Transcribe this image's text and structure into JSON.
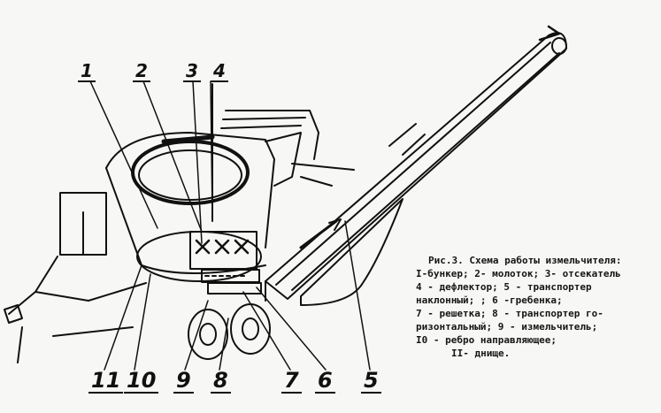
{
  "callouts": {
    "n1": "1",
    "n2": "2",
    "n3": "3",
    "n4": "4",
    "n5": "5",
    "n6": "6",
    "n7": "7",
    "n8": "8",
    "n9": "9",
    "n10": "10",
    "n11": "11"
  },
  "caption": {
    "lines": [
      "Рис.3. Схема работы измельчителя:",
      "I-бункер; 2- молоток; 3- отсекатель",
      "4 - дефлектор; 5 - транспортер",
      "наклонный;    ; 6 -гребенка;",
      "7 - решетка; 8 - транспортер го-",
      "ризонтальный; 9 - измельчитель;",
      "I0 - ребро направляющее;",
      "II- днище."
    ]
  },
  "colors": {
    "ink": "#111111",
    "paper": "#f7f7f5"
  }
}
